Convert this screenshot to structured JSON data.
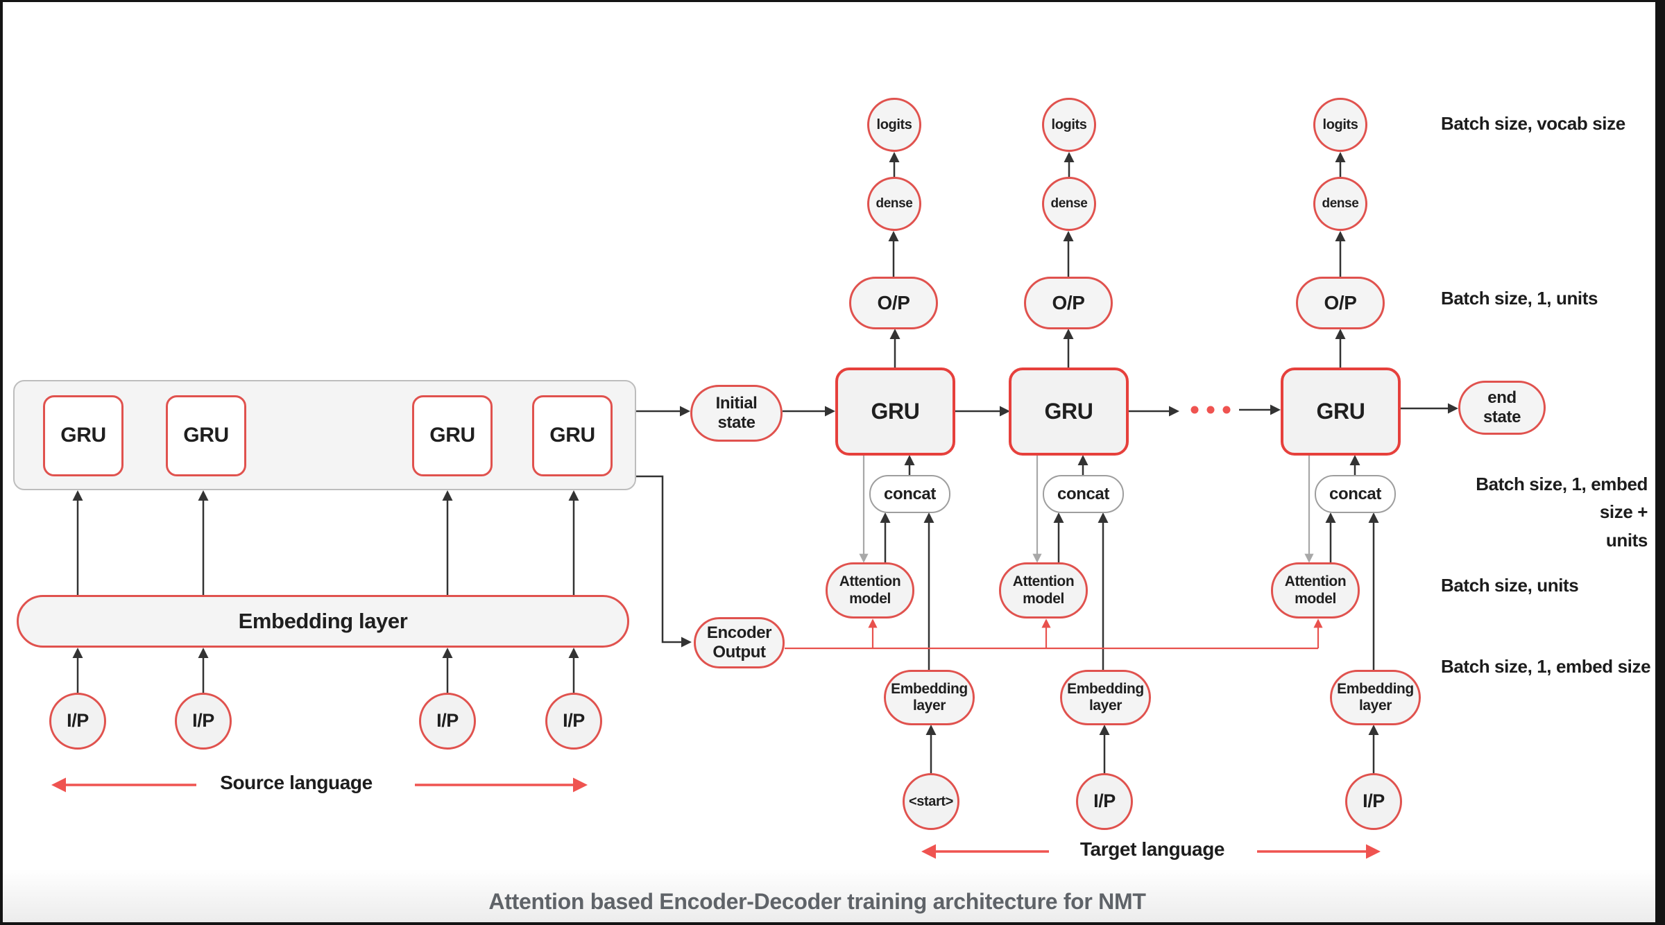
{
  "diagram": {
    "caption": "Attention based Encoder-Decoder training architecture for NMT",
    "encoder": {
      "gru_label": "GRU",
      "embedding_label": "Embedding layer",
      "input_label": "I/P",
      "source_language_label": "Source language"
    },
    "bridge": {
      "initial_state": "Initial\nstate",
      "encoder_output": "Encoder\nOutput",
      "end_state": "end\nstate"
    },
    "decoder": {
      "target_language_label": "Target language",
      "columns": [
        {
          "logits": "logits",
          "dense": "dense",
          "output": "O/P",
          "gru": "GRU",
          "concat": "concat",
          "attention": "Attention\nmodel",
          "embedding": "Embedding\nlayer",
          "input": "<start>"
        },
        {
          "logits": "logits",
          "dense": "dense",
          "output": "O/P",
          "gru": "GRU",
          "concat": "concat",
          "attention": "Attention\nmodel",
          "embedding": "Embedding\nlayer",
          "input": "I/P"
        },
        {
          "logits": "logits",
          "dense": "dense",
          "output": "O/P",
          "gru": "GRU",
          "concat": "concat",
          "attention": "Attention\nmodel",
          "embedding": "Embedding\nlayer",
          "input": "I/P"
        }
      ]
    },
    "annotations": [
      "Batch size, vocab size",
      "Batch size, 1, units",
      "Batch size, 1, embed size +\nunits",
      "Batch size, units",
      "Batch size, 1, embed size"
    ],
    "colors": {
      "node_red": "#e0524e",
      "decoder_red": "#e6403c",
      "arrow_black": "#333333",
      "arrow_gray": "#a8a8a8",
      "accent_red": "#ef5350",
      "thin_red": "#e8514d",
      "node_fill": "#f4f4f4",
      "caption_gray": "#5f6368"
    }
  }
}
